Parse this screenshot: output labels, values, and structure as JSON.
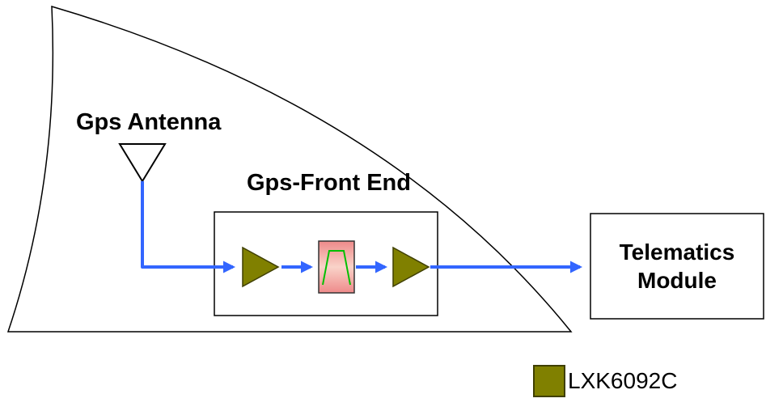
{
  "labels": {
    "gps_antenna": "Gps Antenna",
    "gps_front_end": "Gps-Front End",
    "telematics_module": "Telematics Module"
  },
  "legend": {
    "label": "LXK6092C",
    "swatch_color": "#808000"
  },
  "colors": {
    "signal_line": "#3366FF",
    "amplifier_fill": "#808000",
    "amplifier_border": "#3f3f00",
    "filter_curve": "#00C000",
    "filter_fill_edge": "#EE8A8A",
    "filter_fill_center": "#F9D3C9",
    "outline": "#000000"
  }
}
